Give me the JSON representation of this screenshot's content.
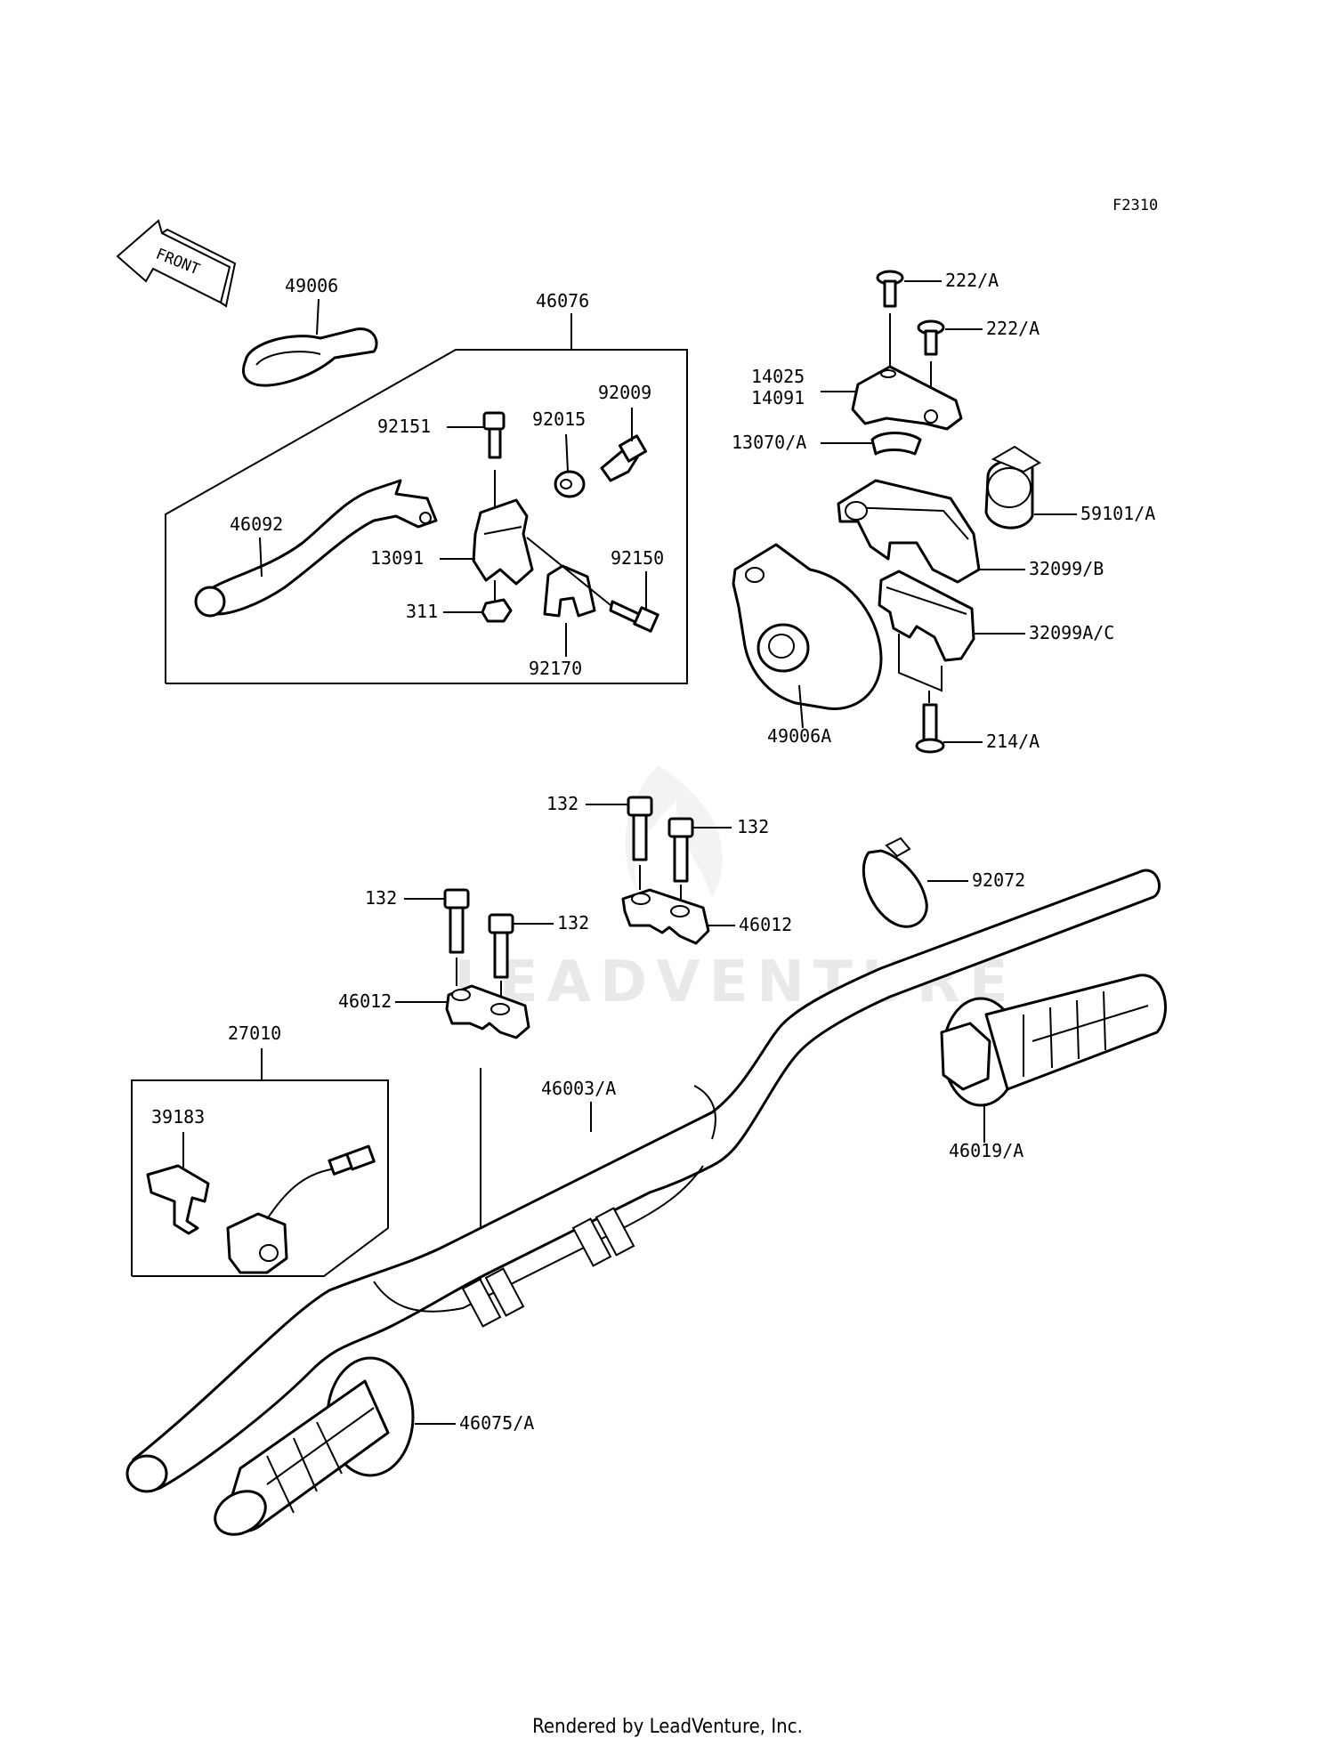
{
  "figure_code": "F2310",
  "front_label": "FRONT",
  "watermark": "LEADVENTURE",
  "footer": "Rendered by LeadVenture, Inc.",
  "labels": {
    "p49006": "49006",
    "p46076": "46076",
    "p92009": "92009",
    "p92015": "92015",
    "p92151": "92151",
    "p46092": "46092",
    "p13091": "13091",
    "p92150": "92150",
    "p311": "311",
    "p92170": "92170",
    "p222a_1": "222/A",
    "p222a_2": "222/A",
    "p14025": "14025",
    "p14091": "14091",
    "p13070a": "13070/A",
    "p59101a": "59101/A",
    "p32099b": "32099/B",
    "p32099ac": "32099A/C",
    "p49006a": "49006A",
    "p214a": "214/A",
    "p132_1": "132",
    "p132_2": "132",
    "p132_3": "132",
    "p132_4": "132",
    "p46012_1": "46012",
    "p46012_2": "46012",
    "p92072": "92072",
    "p27010": "27010",
    "p39183": "39183",
    "p46003a": "46003/A",
    "p46019a": "46019/A",
    "p46075a": "46075/A"
  }
}
